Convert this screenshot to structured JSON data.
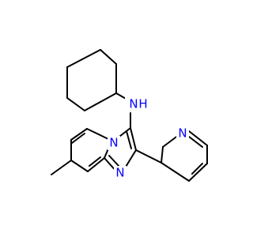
{
  "molecule": {
    "atoms": [
      {
        "label": "N",
        "color": "#0000ff"
      },
      {
        "label": "H",
        "color": "#0000ff"
      },
      {
        "label": "N",
        "color": "#0000ff"
      },
      {
        "label": "N",
        "color": "#0000ff"
      },
      {
        "label": "N",
        "color": "#0000ff"
      }
    ]
  }
}
